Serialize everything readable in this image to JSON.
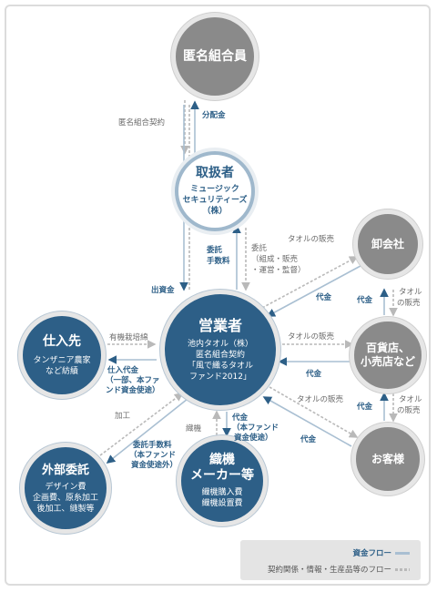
{
  "nodes": {
    "investor": {
      "title": "匿名組合員"
    },
    "handler": {
      "title": "取扱者",
      "sub1": "ミュージック",
      "sub2": "セキュリティーズ（株）"
    },
    "operator": {
      "title": "営業者",
      "sub1": "池内タオル（株）",
      "sub2": "匿名組合契約",
      "sub3": "「風で織るタオル",
      "sub4": "ファンド2012」"
    },
    "supplier": {
      "title": "仕入先",
      "sub1": "タンザニア農家",
      "sub2": "など紡績"
    },
    "outsource": {
      "title": "外部委託",
      "sub1": "デザイン費",
      "sub2": "企画費、原糸加工",
      "sub3": "後加工、縫製等"
    },
    "loom_maker": {
      "title": "織機",
      "title2": "メーカー等",
      "sub1": "織機購入費",
      "sub2": "織機設置費"
    },
    "wholesaler": {
      "title": "卸会社"
    },
    "retailer": {
      "title": "百貨店、",
      "title2": "小売店など"
    },
    "customer": {
      "title": "お客様"
    }
  },
  "labels": {
    "contract": "匿名組合契約",
    "distribution": "分配金",
    "investment": "出資金",
    "fee1": "委託",
    "fee2": "手数料",
    "consign1": "委託",
    "consign2": "（組成・販売",
    "consign3": "・運営・監督）",
    "towel_sales_wholesale": "タオルの販売",
    "payment_wholesale": "代金",
    "cotton": "有機栽培綿",
    "purchase1": "仕入代金",
    "purchase2": "（一部、本ファ",
    "purchase3": "ンド資金使途）",
    "towel_sales_retail": "タオルの販売",
    "payment_retail": "代金",
    "towel_sales_customer": "タオルの販売",
    "payment_customer": "代金",
    "processing": "加工",
    "outsource_fee1": "委託手数料",
    "outsource_fee2": "（本ファンド",
    "outsource_fee3": "資金使途外）",
    "loom": "織機",
    "loom_pay1": "代金",
    "loom_pay2": "（本ファンド",
    "loom_pay3": "資金使途）",
    "ws_payment": "代金",
    "ws_sales1": "タオル",
    "ws_sales2": "の販売",
    "rc_payment": "代金",
    "rc_sales1": "タオル",
    "rc_sales2": "の販売"
  },
  "legend": {
    "money_flow": "資金フロー",
    "info_flow": "契約関係・情報・生産品等のフロー"
  },
  "colors": {
    "dark_blue": "#2d5f87",
    "gray": "#8a8a8a",
    "light_line": "#a9bfd2"
  }
}
